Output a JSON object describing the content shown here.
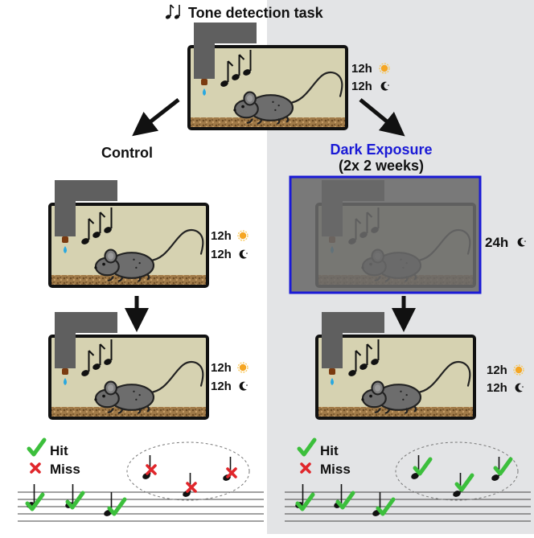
{
  "title": "Tone detection task",
  "conditions": {
    "control": {
      "label": "Control"
    },
    "dark": {
      "label": "Dark Exposure",
      "sublabel": "(2x 2 weeks)"
    }
  },
  "light_cycle": {
    "light": "12h",
    "dark": "12h",
    "constant_dark": "24h"
  },
  "legend": {
    "hit": "Hit",
    "miss": "Miss"
  },
  "colors": {
    "dark_panel": "#e3e4e6",
    "dark_label": "#1a1ad6",
    "cage_fill": "#d6d2b1",
    "hit": "#3cbf3c",
    "miss": "#e0262b",
    "water": "#29a8e0",
    "sun": "#f5a623"
  },
  "icons": [
    "music-notes-icon",
    "sun-icon",
    "moon-icon",
    "mouse-icon",
    "check-icon",
    "x-icon",
    "arrow-icon"
  ]
}
